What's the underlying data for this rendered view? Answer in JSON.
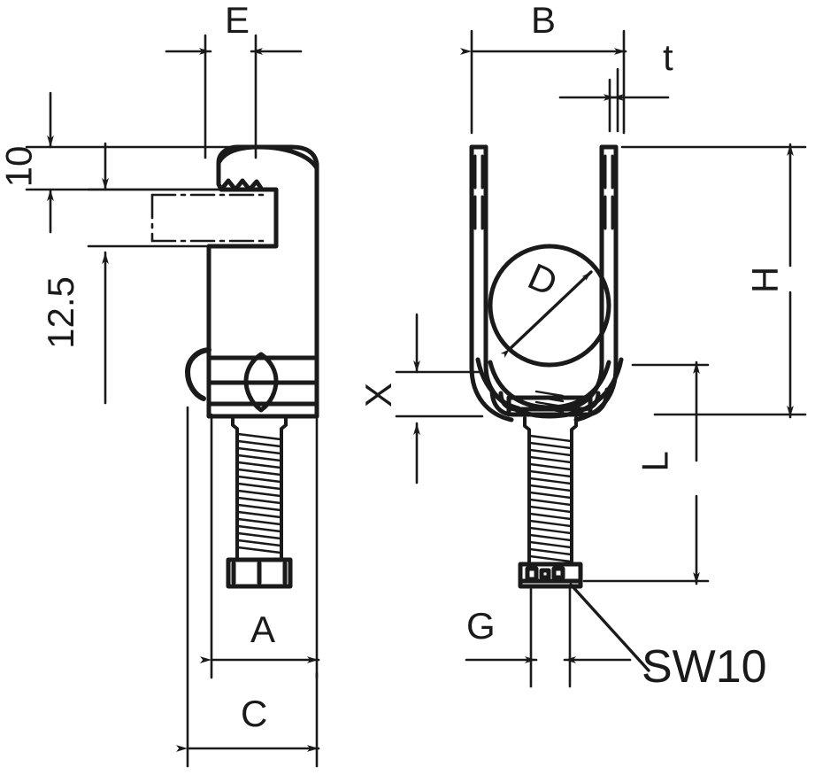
{
  "drawing": {
    "title": "Cable clamp dimensioned drawing",
    "line_color": "#1a1a1a",
    "background": "#ffffff",
    "views": [
      {
        "name": "side-view",
        "position": "left"
      },
      {
        "name": "front-view",
        "position": "right"
      }
    ]
  },
  "dimensions": {
    "e": "E",
    "b": "B",
    "t": "t",
    "ten": "10",
    "twelve_five": "12.5",
    "d": "D",
    "h": "H",
    "x": "X",
    "l": "L",
    "a": "A",
    "c": "C",
    "g": "G",
    "sw": "SW10"
  }
}
